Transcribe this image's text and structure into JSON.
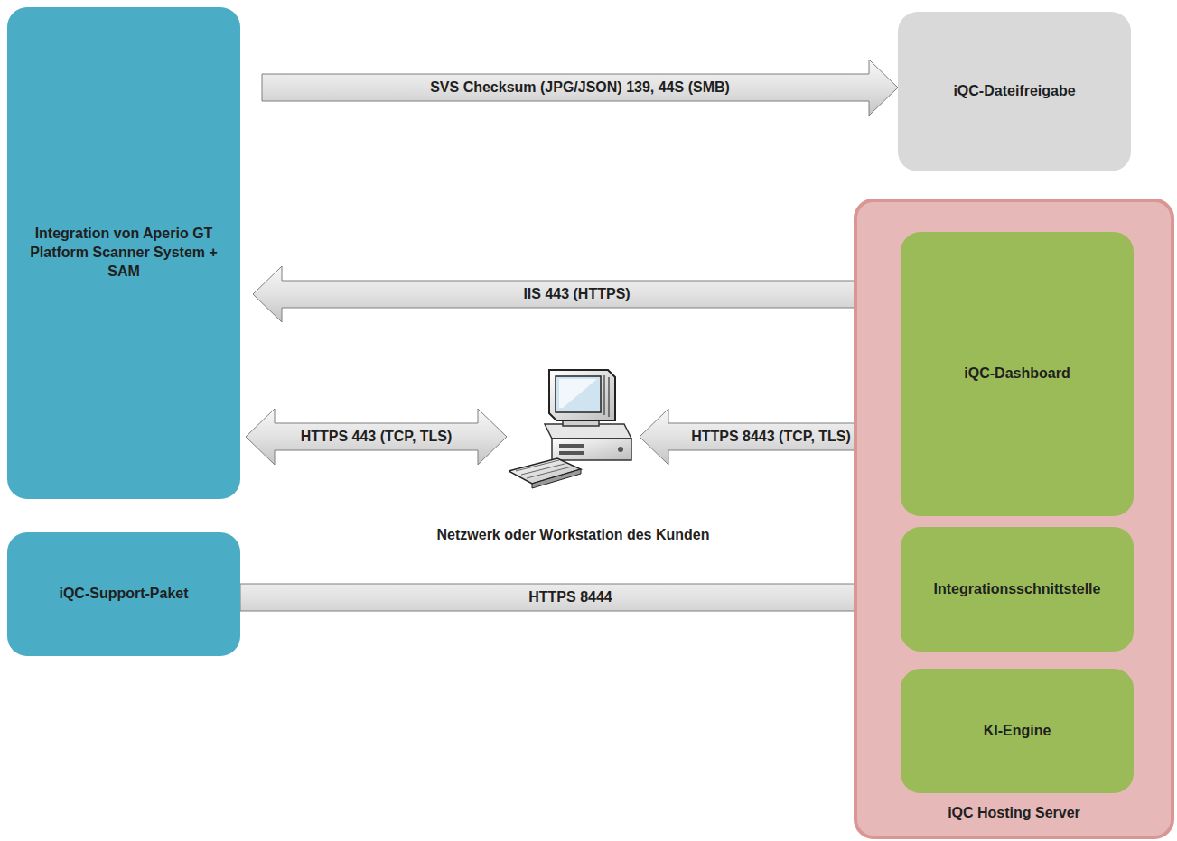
{
  "diagram": {
    "nodes": [
      {
        "text": [
          "Integration von Aperio GT Platform Scanner System + SAM"
        ]
      },
      {
        "text": [
          "iQC-Dateifreigabe"
        ]
      },
      {
        "text": [
          "iQC Hosting Server"
        ]
      },
      {
        "text": [
          "iQC-Dashboard"
        ],
        "in": 2
      },
      {
        "text": [
          "Integrationsschnittstelle"
        ],
        "in": 2
      },
      {
        "text": [
          "KI-Engine"
        ],
        "in": 2
      },
      {
        "text": [
          "Netzwerk oder Workstation des Kunden"
        ]
      },
      {
        "text": [
          "iQC-Support-Paket"
        ]
      }
    ],
    "edges": [
      {
        "from": 0,
        "to": 1,
        "label": "SVS Checksum (JPG/JSON) 139, 44S (SMB)",
        "arrow": "to"
      },
      {
        "from": 3,
        "to": 0,
        "label": "IIS 443 (HTTPS)",
        "arrow": "to"
      },
      {
        "from": 0,
        "to": 6,
        "label": "HTTPS 443 (TCP, TLS)",
        "arrow": "both"
      },
      {
        "from": 6,
        "to": 3,
        "label": "HTTPS 8443 (TCP, TLS)",
        "arrow": "both"
      },
      {
        "from": 7,
        "to": 4,
        "label": "HTTPS 8444",
        "arrow": "to"
      }
    ]
  }
}
